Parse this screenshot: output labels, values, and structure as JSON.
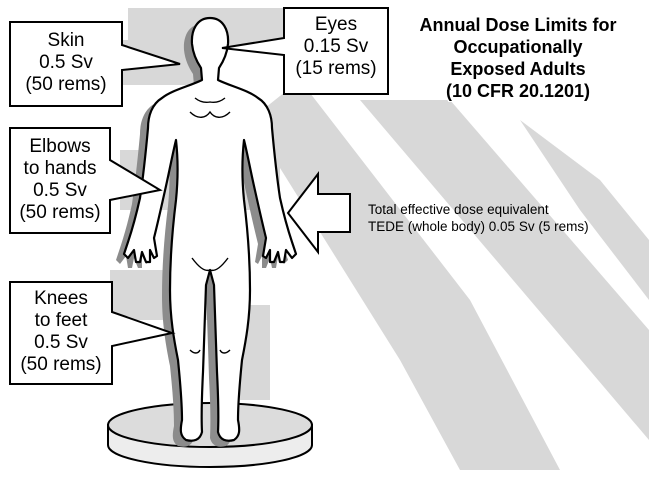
{
  "title_lines": [
    "Annual Dose Limits for",
    "Occupationally",
    "Exposed Adults",
    "(10 CFR 20.1201)"
  ],
  "callouts": {
    "skin": [
      "Skin",
      "0.5 Sv",
      "(50 rems)"
    ],
    "eyes": [
      "Eyes",
      "0.15 Sv",
      "(15 rems)"
    ],
    "elbows": [
      "Elbows",
      "to hands",
      "0.5 Sv",
      "(50 rems)"
    ],
    "knees": [
      "Knees",
      "to feet",
      "0.5 Sv",
      "(50 rems)"
    ]
  },
  "tede_lines": [
    "Total effective dose equivalent",
    "TEDE (whole body) 0.05 Sv (5 rems)"
  ],
  "colors": {
    "watermark_gray": "#d8d8d8",
    "figure_shadow": "#8c8c8c",
    "outline": "#000000",
    "background": "#ffffff"
  }
}
